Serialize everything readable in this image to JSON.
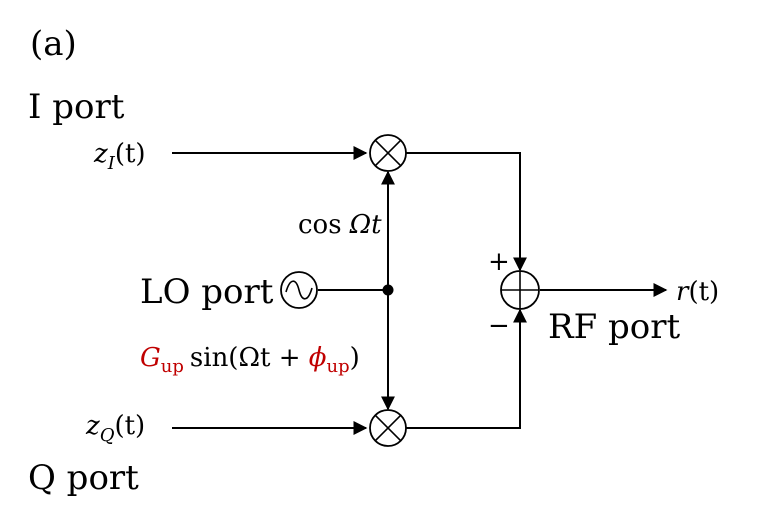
{
  "panel_label": "(a)",
  "ports": {
    "i_port": "I port",
    "q_port": "Q port",
    "lo_port": "LO port",
    "rf_port": "RF port"
  },
  "signals": {
    "z_i": {
      "base": "z",
      "sub": "I",
      "arg": "(t)"
    },
    "z_q": {
      "base": "z",
      "sub": "Q",
      "arg": "(t)"
    },
    "r_out": {
      "base": "r",
      "arg": "(t)"
    },
    "cos_fn": "cos",
    "cos_arg": "Ωt",
    "gain_base": "G",
    "gain_sub": "up",
    "sin_open": "sin(Ωt + ",
    "phase_base": "ϕ",
    "phase_sub": "up",
    "sin_close": ")"
  },
  "signs": {
    "plus": "+",
    "minus": "−"
  },
  "colors": {
    "accent": "#c00000",
    "ink": "#000000"
  },
  "icons": {
    "mixer": "mixer-icon",
    "summer": "summing-junction-icon",
    "oscillator": "oscillator-icon"
  }
}
